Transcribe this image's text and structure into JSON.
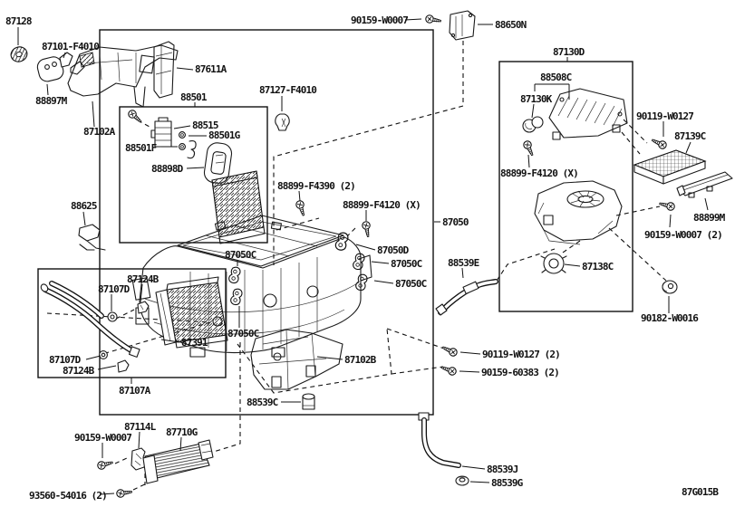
{
  "diagram": {
    "code": "87G015B",
    "type": "exploded-parts-diagram",
    "background_color": "#ffffff",
    "line_color": "#1a1a1a"
  },
  "boxes": {
    "main_unit_box": "87050",
    "valve_sub_box": "88501",
    "pipe_sub_box": "87107A",
    "blower_unit_box": "87130D"
  },
  "labels": {
    "l87128": "87128",
    "l87101": "87101-F4010",
    "l87611a": "87611A",
    "l88897m": "88897M",
    "l87102a": "87102A",
    "l88501": "88501",
    "l90159_top": "90159-W0007",
    "l88650n": "88650N",
    "l87127": "87127-F4010",
    "l88515": "88515",
    "l88501g": "88501G",
    "l88501f": "88501F",
    "l88898d": "88898D",
    "l88625": "88625",
    "l88899_f4390": "88899-F4390 (2)",
    "l88899_f4120_main": "88899-F4120 (X)",
    "l87050": "87050",
    "l87050d": "87050D",
    "l87050c_r1": "87050C",
    "l87050c_r2": "87050C",
    "l87050c_l1": "87050C",
    "l87050c_l2": "87050C",
    "l87124b_top": "87124B",
    "l87107d_top": "87107D",
    "l87391": "87391",
    "l87107d_bot": "87107D",
    "l87124b_bot": "87124B",
    "l87107a": "87107A",
    "l87102b": "87102B",
    "l88539c": "88539C",
    "l87114l": "87114L",
    "l87710g": "87710G",
    "l90159_bot": "90159-W0007",
    "l93560": "93560-54016 (2)",
    "l90119_2": "90119-W0127 (2)",
    "l90159_60383": "90159-60383 (2)",
    "l88539e": "88539E",
    "l88539j": "88539J",
    "l88539g": "88539G",
    "l87130d": "87130D",
    "l88508c": "88508C",
    "l87130k": "87130K",
    "l90119_w0127": "90119-W0127",
    "l87139c": "87139C",
    "l88899_f4120_blower": "88899-F4120 (X)",
    "l88899m": "88899M",
    "l90159_w0007_2": "90159-W0007 (2)",
    "l87138c": "87138C",
    "l90182": "90182-W0016",
    "code": "87G015B"
  }
}
